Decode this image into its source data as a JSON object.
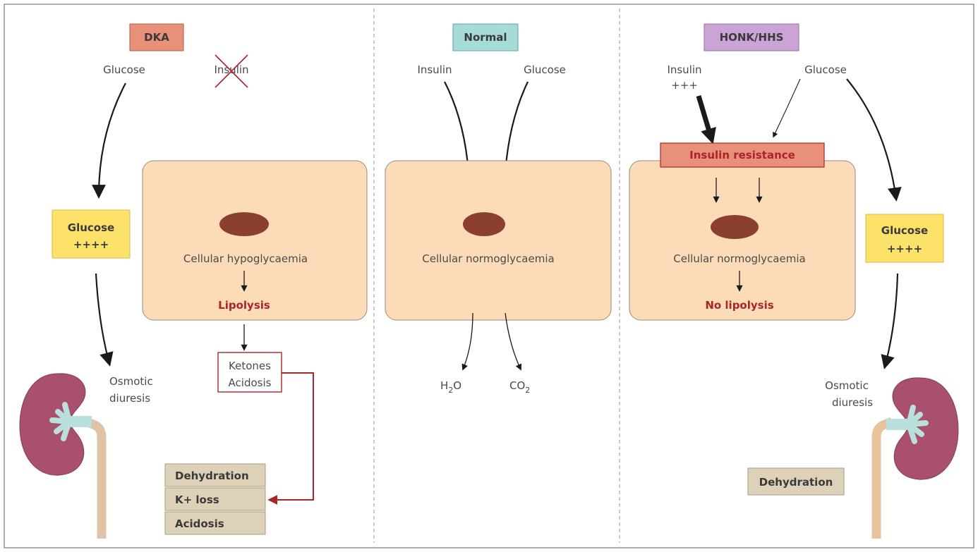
{
  "dka": {
    "header": "DKA",
    "glucose": "Glucose",
    "insulin": "Insulin",
    "glucose_box": [
      "Glucose",
      "++++"
    ],
    "cell_state": "Cellular hypoglycaemia",
    "process": "Lipolysis",
    "ketones": [
      "Ketones",
      "Acidosis"
    ],
    "diuresis": [
      "Osmotic",
      "diuresis"
    ],
    "effects": [
      "Dehydration",
      "K+ loss",
      "Acidosis"
    ]
  },
  "normal": {
    "header": "Normal",
    "insulin": "Insulin",
    "glucose": "Glucose",
    "cell_state": "Cellular normoglycaemia",
    "water": "H",
    "water_sub": "2",
    "water_end": "O",
    "co2": "CO",
    "co2_sub": "2"
  },
  "honk": {
    "header": "HONK/HHS",
    "insulin": "Insulin",
    "insulin_level": "+++",
    "glucose": "Glucose",
    "resistance": "Insulin resistance",
    "cell_state": "Cellular normoglycaemia",
    "process": "No lipolysis",
    "glucose_box": [
      "Glucose",
      "++++"
    ],
    "diuresis": [
      "Osmotic",
      "diuresis"
    ],
    "effect": "Dehydration"
  },
  "colors": {
    "dka_header": "#e8907a",
    "normal_header": "#a6dcd8",
    "honk_header": "#c9a4d4",
    "cell_fill": "#fcdcb8",
    "nucleus": "#8b3f2e",
    "glucose_box": "#fde26a",
    "effect_box": "#ddd2b8",
    "accent_red": "#a8252c",
    "kidney": "#a8506e",
    "pelvis": "#b8e0dc"
  }
}
